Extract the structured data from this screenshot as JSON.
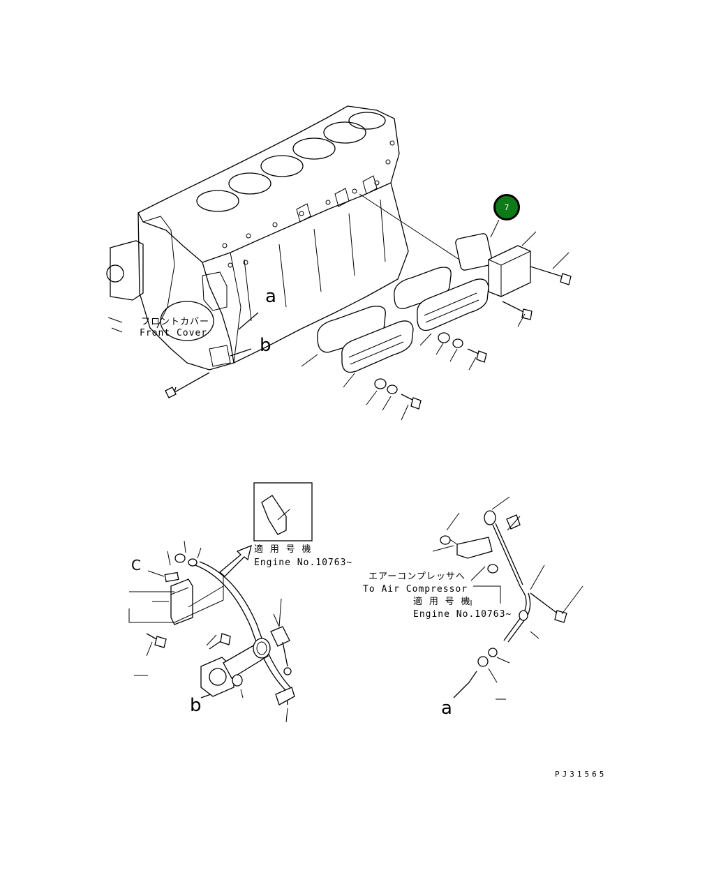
{
  "diagram": {
    "badge_number": "7",
    "badge_color": "#0f7a18",
    "front_cover_jp": "フロントカバー",
    "front_cover_en": "Front Cover",
    "marker_a": "a",
    "marker_b": "b",
    "marker_c": "C",
    "applicable_jp": "適 用 号 機",
    "engine_no": "Engine No.10763~",
    "air_comp_jp": "エアーコンプレッサへ",
    "air_comp_en": "To Air Compressor",
    "drawing_code": "PJ31565"
  }
}
